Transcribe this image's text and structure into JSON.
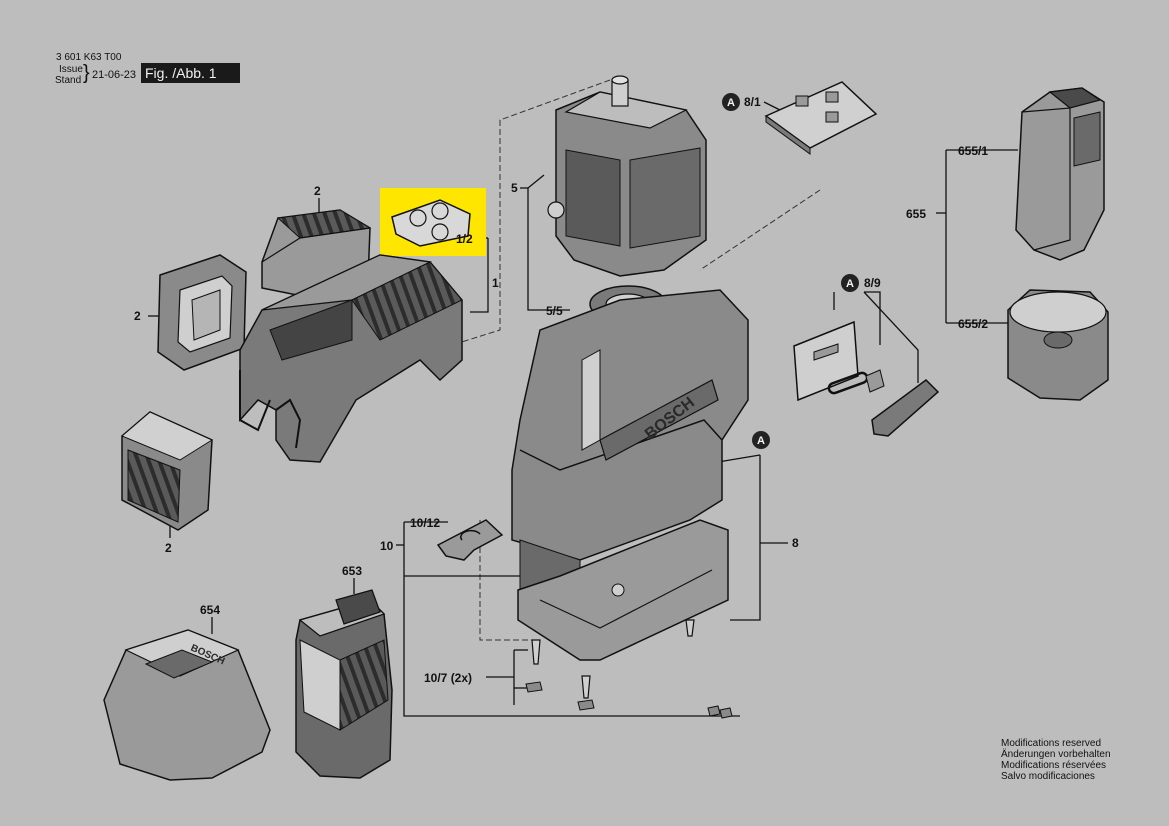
{
  "header": {
    "doc_number": "3 601 K63 T00",
    "issue_label_1": "Issue",
    "issue_label_2": "Stand",
    "issue_date": "21-06-23",
    "figure": "Fig. /Abb. 1"
  },
  "callouts": {
    "c1": "1",
    "c1_2": "1/2",
    "c2_top": "2",
    "c2_left": "2",
    "c2_bottom": "2",
    "c5": "5",
    "c5_5": "5/5",
    "cA_8_1": "A",
    "c8_1": "8/1",
    "cA_8_9": "A",
    "c8_9": "8/9",
    "cA_8": "A",
    "c8": "8",
    "c10": "10",
    "c10_12": "10/12",
    "c10_7": "10/7  (2x)",
    "c653": "653",
    "c654": "654",
    "c655": "655",
    "c655_1": "655/1",
    "c655_2": "655/2"
  },
  "product_markings": {
    "brand_housing": "BOSCH",
    "brand_charger": "BOSCH"
  },
  "notes": [
    "Modifications reserved",
    "Änderungen vorbehalten",
    "Modifications réservées",
    "Salvo modificaciones"
  ],
  "colors": {
    "background": "#bdbdbd",
    "part_fill": "#cfcfcf",
    "part_dark": "#4a4a4a",
    "highlight": "#ffe600",
    "line": "#111111"
  }
}
